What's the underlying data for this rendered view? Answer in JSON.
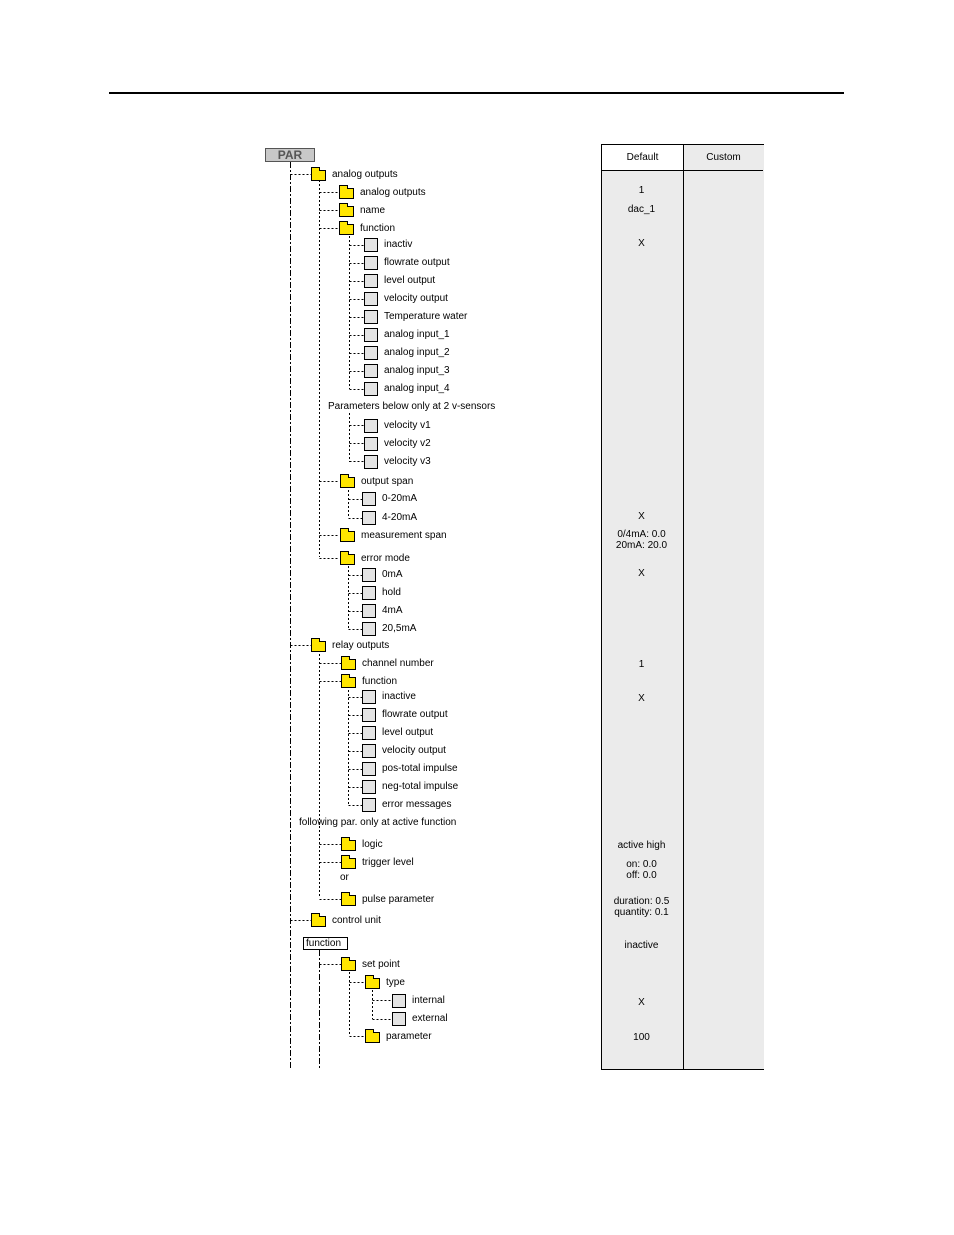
{
  "tree": {
    "root": "PAR",
    "nodes": [
      {
        "label": "analog outputs",
        "kind": "folder"
      },
      {
        "label": "analog outputs",
        "kind": "folder"
      },
      {
        "label": "name",
        "kind": "folder"
      },
      {
        "label": "function",
        "kind": "folder"
      },
      {
        "label": "inactiv",
        "kind": "checkbox"
      },
      {
        "label": "flowrate output",
        "kind": "checkbox"
      },
      {
        "label": "level output",
        "kind": "checkbox"
      },
      {
        "label": "velocity output",
        "kind": "checkbox"
      },
      {
        "label": "Temperature water",
        "kind": "checkbox"
      },
      {
        "label": "analog input_1",
        "kind": "checkbox"
      },
      {
        "label": "analog input_2",
        "kind": "checkbox"
      },
      {
        "label": "analog input_3",
        "kind": "checkbox"
      },
      {
        "label": "analog input_4",
        "kind": "checkbox"
      },
      {
        "label": "velocity v1",
        "kind": "checkbox"
      },
      {
        "label": "velocity v2",
        "kind": "checkbox"
      },
      {
        "label": "velocity v3",
        "kind": "checkbox"
      },
      {
        "label": "output span",
        "kind": "folder"
      },
      {
        "label": "0-20mA",
        "kind": "checkbox"
      },
      {
        "label": "4-20mA",
        "kind": "checkbox"
      },
      {
        "label": "measurement span",
        "kind": "folder"
      },
      {
        "label": "error mode",
        "kind": "folder"
      },
      {
        "label": "0mA",
        "kind": "checkbox"
      },
      {
        "label": "hold",
        "kind": "checkbox"
      },
      {
        "label": "4mA",
        "kind": "checkbox"
      },
      {
        "label": "20,5mA",
        "kind": "checkbox"
      },
      {
        "label": "relay outputs",
        "kind": "folder"
      },
      {
        "label": "channel number",
        "kind": "folder"
      },
      {
        "label": "function",
        "kind": "folder"
      },
      {
        "label": "inactive",
        "kind": "checkbox"
      },
      {
        "label": "flowrate output",
        "kind": "checkbox"
      },
      {
        "label": "level output",
        "kind": "checkbox"
      },
      {
        "label": "velocity output",
        "kind": "checkbox"
      },
      {
        "label": "pos-total impulse",
        "kind": "checkbox"
      },
      {
        "label": "neg-total impulse",
        "kind": "checkbox"
      },
      {
        "label": "error messages",
        "kind": "checkbox"
      },
      {
        "label": "logic",
        "kind": "folder"
      },
      {
        "label": "trigger level",
        "kind": "folder"
      },
      {
        "label": "pulse parameter",
        "kind": "folder"
      },
      {
        "label": "control unit",
        "kind": "folder"
      },
      {
        "label": "set point",
        "kind": "folder"
      },
      {
        "label": "type",
        "kind": "folder"
      },
      {
        "label": "internal",
        "kind": "checkbox"
      },
      {
        "label": "external",
        "kind": "checkbox"
      },
      {
        "label": "parameter",
        "kind": "folder"
      }
    ],
    "notes": [
      "Parameters below only at 2 v-sensors",
      "following par. only at active function",
      "or"
    ],
    "function_box": "function"
  },
  "table": {
    "headers": [
      "Default",
      "Custom"
    ],
    "defaults": [
      "1",
      "dac_1",
      "X",
      "X",
      "0/4mA: 0.0\n20mA: 20.0",
      "X",
      "1",
      "X",
      "active high",
      "on: 0.0\noff: 0.0",
      "duration: 0.5\nquantity: 0.1",
      "inactive",
      "X",
      "100"
    ]
  },
  "colors": {
    "folder": "#ffe600",
    "checkbox": "#e4e4e4",
    "column_fill": "#ebebeb",
    "root_box": "#c8c8c8"
  }
}
